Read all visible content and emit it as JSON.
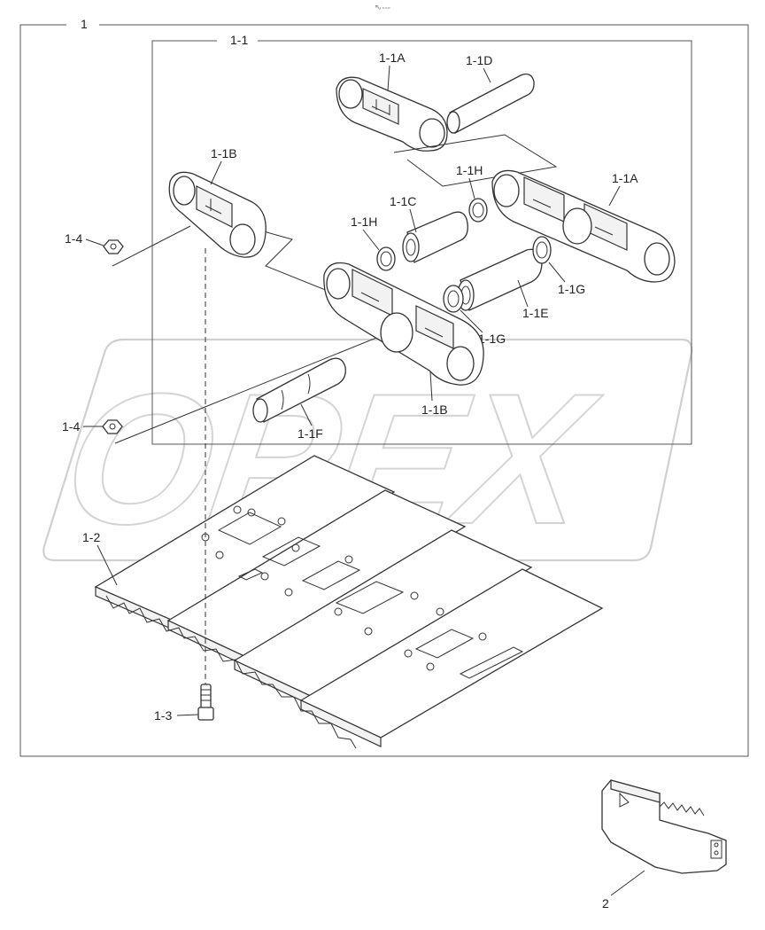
{
  "header_mark": "ᵐᵤ ₌₌₌",
  "watermark": "OPEX",
  "labels": {
    "l1": "1",
    "l1_1": "1-1",
    "l1_1A_top": "1-1A",
    "l1_1D": "1-1D",
    "l1_1B_left": "1-1B",
    "l1_1H_right": "1-1H",
    "l1_1A_right": "1-1A",
    "l1_1C": "1-1C",
    "l1_1H_left": "1-1H",
    "l1_4_top": "1-4",
    "l1_1G_right": "1-1G",
    "l1_1E": "1-1E",
    "l1_1G_mid": "1-1G",
    "l1_1B_bottom": "1-1B",
    "l1_4_bottom": "1-4",
    "l1_1F": "1-1F",
    "l1_2": "1-2",
    "l1_3": "1-3",
    "l2": "2"
  }
}
